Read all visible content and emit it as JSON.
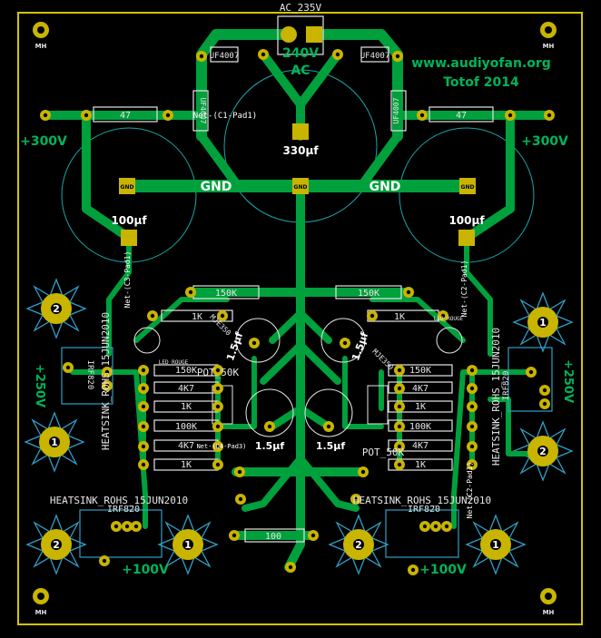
{
  "board": {
    "background": "#000000",
    "edge_color": "#d4c400",
    "copper_color": "#00a03c",
    "pad_color": "#c9b400",
    "silk_color": "#e6e6e6",
    "cap_outline_color": "#19a6a6",
    "courtyard_color": "#2fa0c8"
  },
  "header": {
    "title": "AC_235V",
    "ac_voltage": "240V",
    "ac_label": "AC"
  },
  "branding": {
    "website": "www.audiyofan.org",
    "author": "Totof 2014"
  },
  "rails": {
    "pos_left": "+300V",
    "pos_right": "+300V",
    "gnd": "GND",
    "v250_left": "+250V",
    "v250_right": "+250V",
    "v100_left": "+100V",
    "v100_right": "+100V"
  },
  "components": {
    "diode_left": "UF4007",
    "diode_right": "UF4007",
    "diode_vert_left": "UF4007",
    "diode_vert_right": "UF4007",
    "res_47_left": "47",
    "res_47_right": "47",
    "cap_main": "330µf",
    "cap_left": "100µf",
    "cap_right": "100µf",
    "res_150k_left": "150K",
    "res_150k_right": "150K",
    "res_1k_left_top": "1K",
    "res_1k_right_top": "1K",
    "cap_small_tl": "1.5µf",
    "cap_small_tr": "1.5µf",
    "cap_small_bl": "1.5µf",
    "cap_small_br": "1.5µf",
    "pot_left": "POT_50K",
    "pot_right": "POT_50K",
    "res_100": "100",
    "left_stack": [
      "150K",
      "4K7",
      "1K",
      "100K",
      "4K7",
      "1K"
    ],
    "right_stack": [
      "150K",
      "4K7",
      "1K",
      "100K",
      "4K7",
      "1K"
    ],
    "transistor_left": "MJE350",
    "transistor_right": "MJE350",
    "mosfet_left_top": "IRF820",
    "mosfet_right_top": "IRF820",
    "mosfet_left_bottom": "IRF820",
    "mosfet_right_bottom": "IRF820",
    "led_left": "LED_ROUGE",
    "led_right": "LED_ROUGE"
  },
  "nets": {
    "c1_pad1": "Net-(C1-Pad1)",
    "c2_pad1_top": "Net-(C2-Pad1)",
    "c2_pad1_bottom": "Net-(C2-Pad1)",
    "c3_pad1": "Net-(C3-Pad1)",
    "q4_pad": "Net-(Q4-Pad3)"
  },
  "heatsinks": {
    "left_top": "HEATSINK_ROHS_15JUN2010",
    "right_top": "HEATSINK_ROHS_15JUN2010",
    "left_bottom": "HEATSINK_ROHS_15JUN2010",
    "right_bottom": "HEATSINK_ROHS_15JUN2010"
  },
  "pad_labels": {
    "gnd_pad": "GND",
    "mounting_hole": "MH",
    "pad_num_1": "1",
    "pad_num_2": "2"
  }
}
